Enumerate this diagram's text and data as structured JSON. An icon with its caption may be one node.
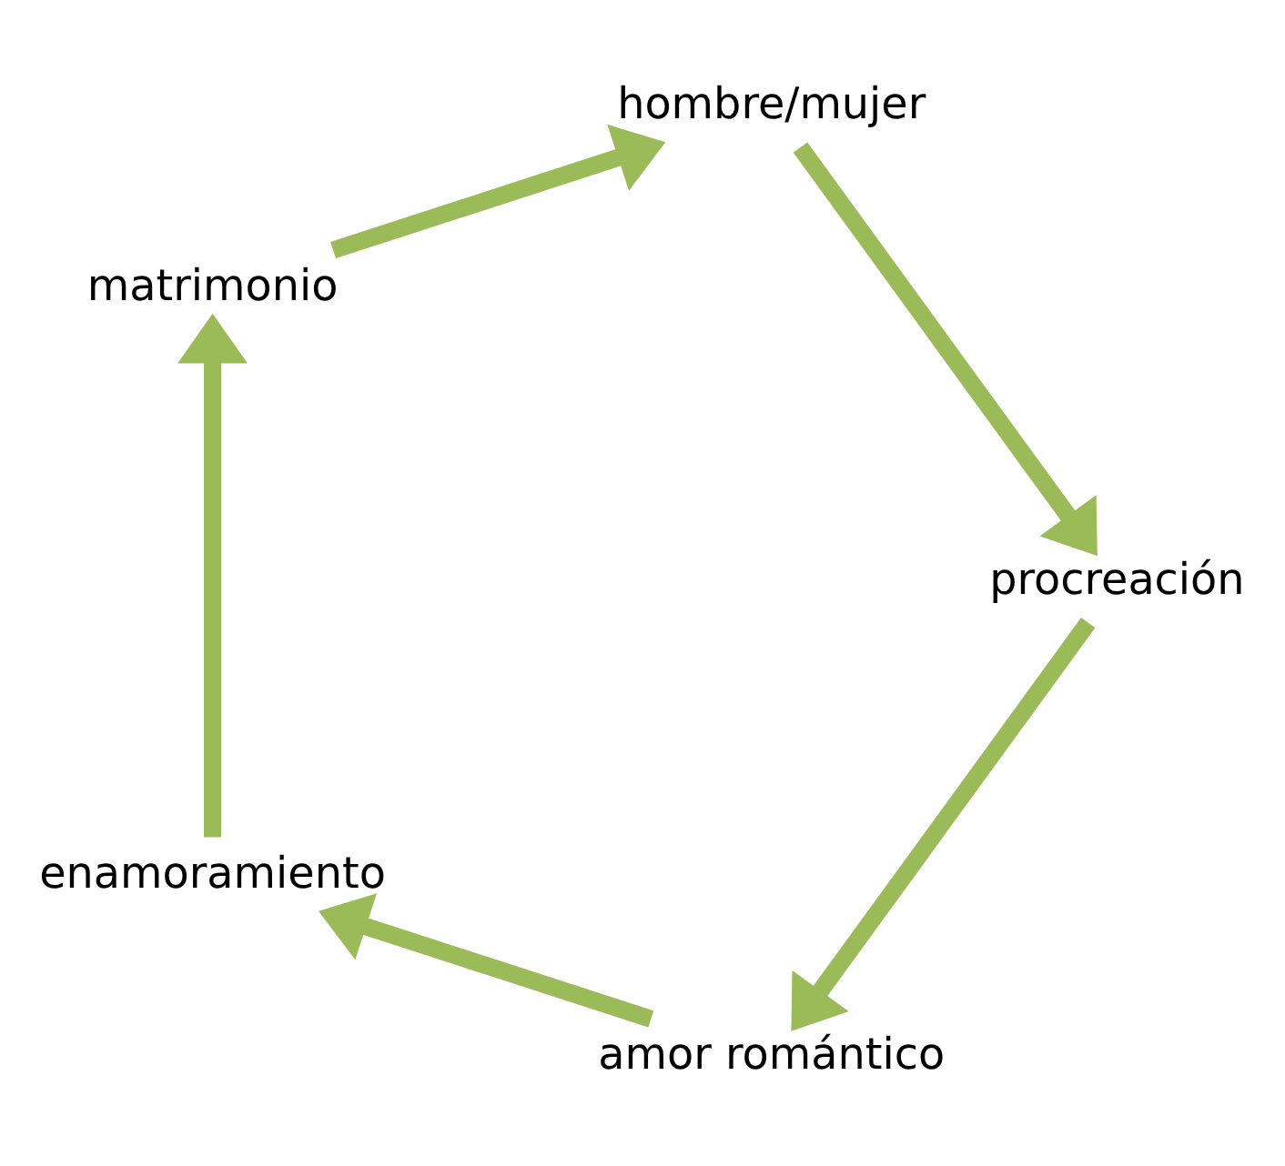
{
  "diagram": {
    "nodes": [
      {
        "text": [
          "amor romántico"
        ]
      },
      {
        "text": [
          "enamoramiento"
        ]
      },
      {
        "text": [
          "matrimonio"
        ]
      },
      {
        "text": [
          "hombre/mujer"
        ]
      },
      {
        "text": [
          "procreación"
        ]
      }
    ],
    "edges": [
      {
        "from": 0,
        "to": 1,
        "arrow": "to"
      },
      {
        "from": 1,
        "to": 2,
        "arrow": "to"
      },
      {
        "from": 2,
        "to": 3,
        "arrow": "to"
      },
      {
        "from": 3,
        "to": 4,
        "arrow": "to"
      },
      {
        "from": 4,
        "to": 0,
        "arrow": "to"
      }
    ]
  }
}
